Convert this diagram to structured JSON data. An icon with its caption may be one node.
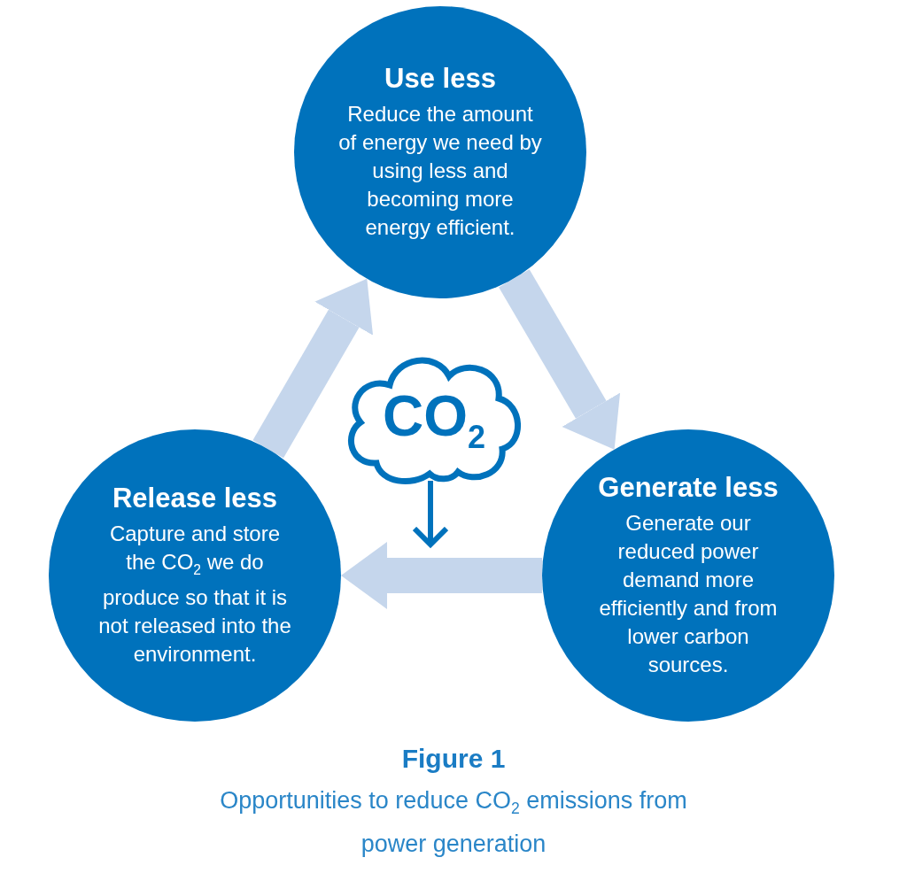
{
  "diagram": {
    "title": "Figure 1",
    "caption": "Opportunities to reduce CO$_{2}$ emissions from power generation",
    "nodes": [
      {
        "text": [
          "Use less",
          "Reduce the amount of energy we need by using less and becoming more energy efficient."
        ]
      },
      {
        "text": [
          "CO$_{2}$"
        ]
      },
      {
        "text": [
          "Release less",
          "Capture and store the CO$_{2}$ we do produce so that it is not released into the environment."
        ]
      },
      {
        "text": [
          "Generate less",
          "Generate our reduced power demand more efficiently and from lower carbon sources."
        ]
      }
    ],
    "edges": [
      {
        "from": 0,
        "to": 3,
        "arrow": "to"
      },
      {
        "from": 3,
        "to": 2,
        "arrow": "to"
      },
      {
        "from": 2,
        "to": 0,
        "arrow": "to"
      },
      {
        "from": 1,
        "to": null,
        "arrow": "to",
        "color": "#0072bc"
      }
    ]
  }
}
